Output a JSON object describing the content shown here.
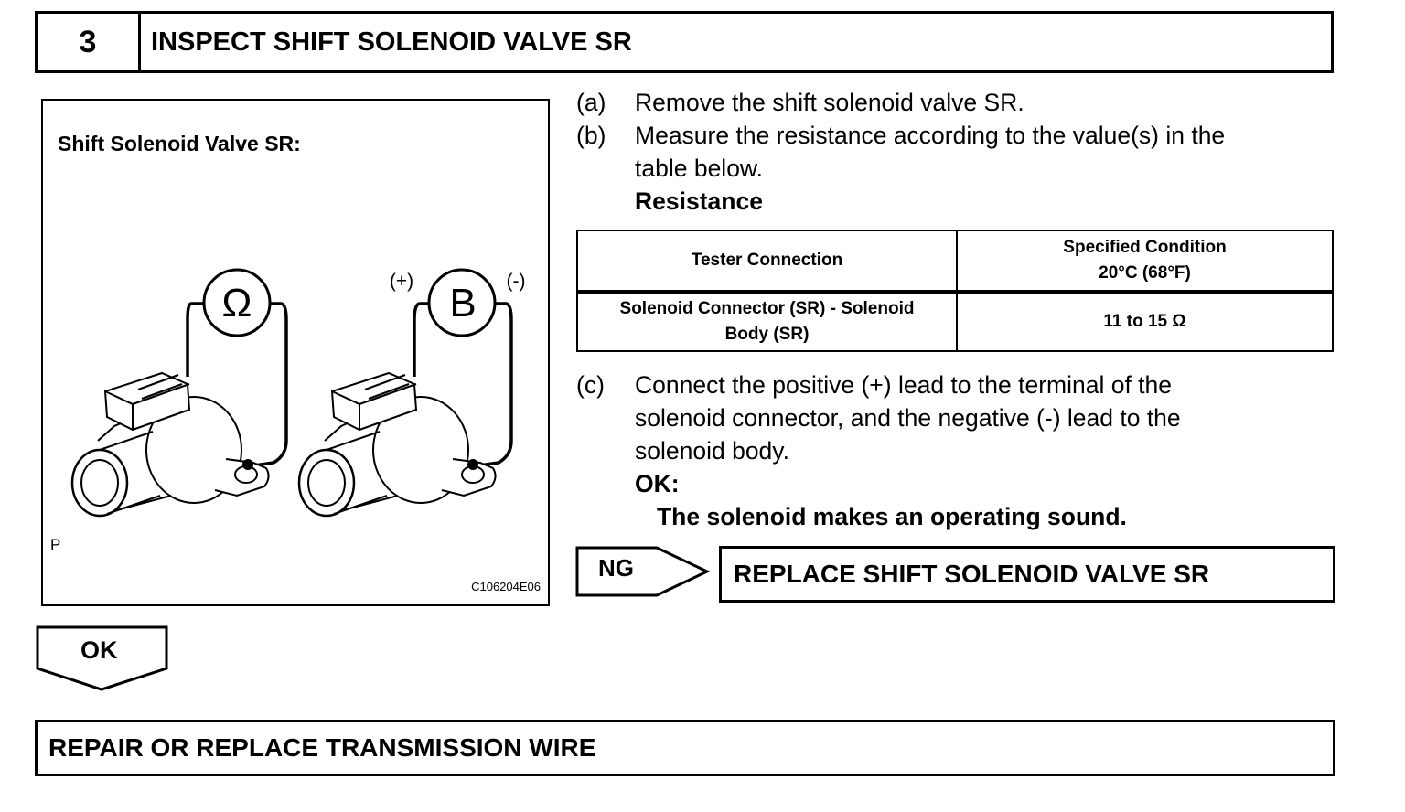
{
  "step": {
    "number": "3",
    "title": "INSPECT SHIFT SOLENOID VALVE SR"
  },
  "illustration": {
    "title": "Shift Solenoid Valve SR:",
    "ohm_symbol": "Ω",
    "battery_symbol": "B",
    "plus_label": "(+)",
    "minus_label": "(-)",
    "corner_letter": "P",
    "figure_code": "C106204E06"
  },
  "instructions": {
    "a": {
      "letter": "(a)",
      "text": "Remove the shift solenoid valve SR."
    },
    "b": {
      "letter": "(b)",
      "line1": "Measure the resistance according to the value(s) in the",
      "line2": "table below.",
      "heading": "Resistance"
    },
    "c": {
      "letter": "(c)",
      "line1": "Connect the positive (+) lead to the terminal of the",
      "line2": "solenoid connector, and the negative (-) lead to the",
      "line3": "solenoid body.",
      "ok_label": "OK:",
      "ok_text": "The solenoid makes an operating sound."
    }
  },
  "table": {
    "headers": {
      "col1": "Tester Connection",
      "col2_line1": "Specified Condition",
      "col2_line2": "20°C (68°F)"
    },
    "rows": [
      {
        "connection_line1": "Solenoid Connector (SR) - Solenoid",
        "connection_line2": "Body (SR)",
        "condition": "11 to 15 Ω"
      }
    ]
  },
  "results": {
    "ng_label": "NG",
    "ng_action": "REPLACE SHIFT SOLENOID VALVE SR",
    "ok_label": "OK",
    "ok_action": "REPAIR OR REPLACE TRANSMISSION WIRE"
  }
}
